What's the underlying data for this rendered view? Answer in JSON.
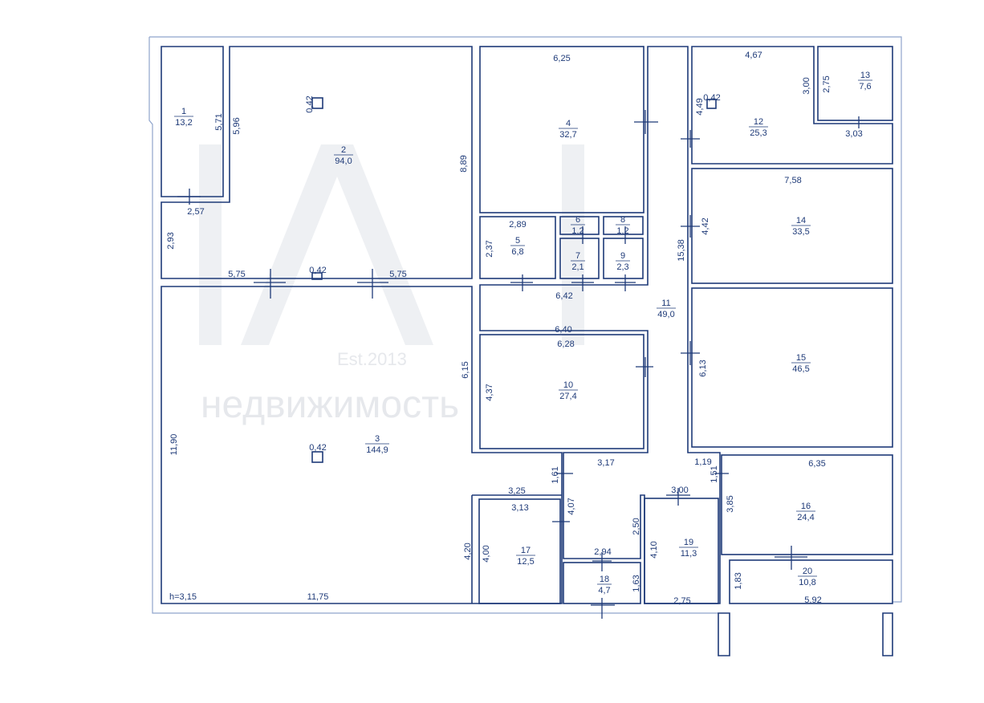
{
  "ceiling_height": "h=3,15",
  "watermark": {
    "established": "Est.2013",
    "brand": "недвижимость"
  },
  "rooms": [
    {
      "no": "1",
      "area": "13,2"
    },
    {
      "no": "2",
      "area": "94,0"
    },
    {
      "no": "3",
      "area": "144,9"
    },
    {
      "no": "4",
      "area": "32,7"
    },
    {
      "no": "5",
      "area": "6,8"
    },
    {
      "no": "6",
      "area": "1,2"
    },
    {
      "no": "7",
      "area": "2,1"
    },
    {
      "no": "8",
      "area": "1,2"
    },
    {
      "no": "9",
      "area": "2,3"
    },
    {
      "no": "10",
      "area": "27,4"
    },
    {
      "no": "11",
      "area": "49,0"
    },
    {
      "no": "12",
      "area": "25,3"
    },
    {
      "no": "13",
      "area": "7,6"
    },
    {
      "no": "14",
      "area": "33,5"
    },
    {
      "no": "15",
      "area": "46,5"
    },
    {
      "no": "16",
      "area": "24,4"
    },
    {
      "no": "17",
      "area": "12,5"
    },
    {
      "no": "18",
      "area": "4,7"
    },
    {
      "no": "19",
      "area": "11,3"
    },
    {
      "no": "20",
      "area": "10,8"
    }
  ],
  "dimensions": [
    "5,71",
    "5,96",
    "2,57",
    "2,93",
    "0,42",
    "8,89",
    "5,75",
    "0,42",
    "5,75",
    "6,25",
    "2,89",
    "2,37",
    "6,42",
    "6,40",
    "6,28",
    "4,37",
    "6,15",
    "4,67",
    "0,42",
    "4,49",
    "3,00",
    "2,75",
    "3,03",
    "7,58",
    "4,42",
    "15,38",
    "6,13",
    "1,19",
    "6,35",
    "1,51",
    "3,85",
    "11,90",
    "0,42",
    "4,20",
    "11,75",
    "3,17",
    "1,61",
    "3,25",
    "3,13",
    "4,07",
    "4,00",
    "3,00",
    "2,50",
    "4,10",
    "2,94",
    "1,63",
    "2,75",
    "1,83",
    "5,92"
  ]
}
